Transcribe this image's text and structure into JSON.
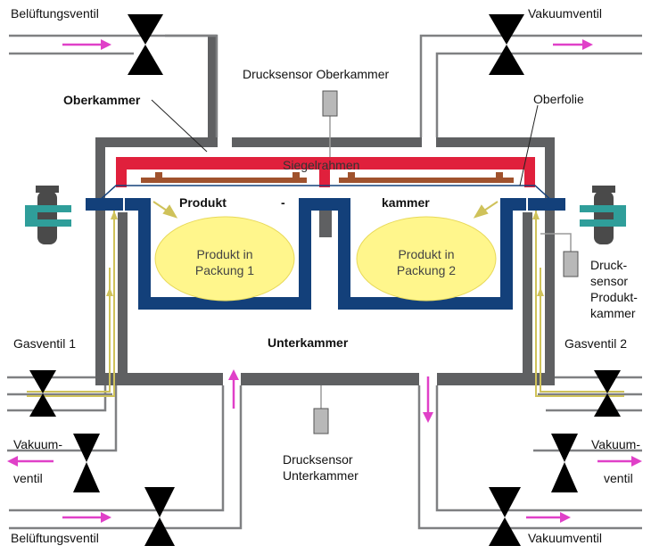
{
  "labels": {
    "vent_top_left": "Belüftungsventil",
    "vac_top_right": "Vakuumventil",
    "sensor_top": "Drucksensor Oberkammer",
    "oberkammer": "Oberkammer",
    "oberfolie": "Oberfolie",
    "siegelrahmen": "Siegelrahmen",
    "produkt": "Produkt",
    "dash": "-",
    "kammer": "kammer",
    "pack1_line1": "Produkt in",
    "pack1_line2": "Packung 1",
    "pack2_line1": "Produkt in",
    "pack2_line2": "Packung 2",
    "sensor_prod_l1": "Druck-",
    "sensor_prod_l2": "sensor",
    "sensor_prod_l3": "Produkt-",
    "sensor_prod_l4": "kammer",
    "unterkammer": "Unterkammer",
    "gas1": "Gasventil 1",
    "gas2": "Gasventil 2",
    "vac_left_l1": "Vakuum-",
    "vac_left_l2": "ventil",
    "vac_right_l1": "Vakuum-",
    "vac_right_l2": "ventil",
    "sensor_bottom_l1": "Drucksensor",
    "sensor_bottom_l2": "Unterkammer",
    "vent_bottom_left": "Belüftungsventil",
    "vac_bottom_right": "Vakuumventil"
  },
  "colors": {
    "chamber_wall": "#5f6062",
    "pipe": "#7f8082",
    "arrow": "#e040c8",
    "gas_line": "#cfc25a",
    "tray": "#13407a",
    "sealing_frame": "#e0203c",
    "seal_bar": "#a0522d",
    "product": "#fff68c",
    "clamp": "#2f9e9a",
    "sensor": "#b8b8b8"
  }
}
